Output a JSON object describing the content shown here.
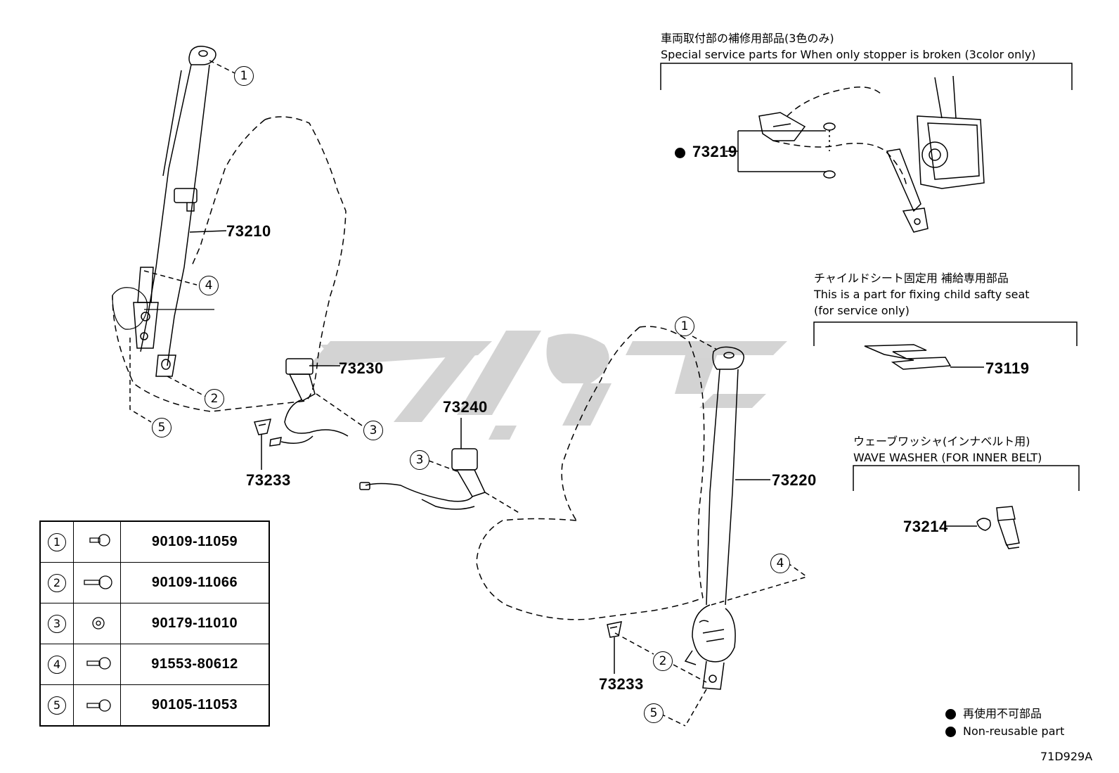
{
  "callouts": {
    "c1a": "1",
    "c4a": "4",
    "c2a": "2",
    "c5a": "5",
    "c3a": "3",
    "c3b": "3",
    "c1b": "1",
    "c4b": "4",
    "c2b": "2",
    "c5b": "5"
  },
  "parts": {
    "p73210": "73210",
    "p73230": "73230",
    "p73233a": "73233",
    "p73240": "73240",
    "p73220": "73220",
    "p73233b": "73233",
    "p73219": "73219",
    "p73119": "73119",
    "p73214": "73214"
  },
  "notes": {
    "special_jp": "車両取付部の補修用部品(3色のみ)",
    "special_en": "Special service parts for When only stopper is broken (3color only)",
    "child_jp": "チャイルドシート固定用  補給専用部品",
    "child_en1": "This is a part for fixing child safty seat",
    "child_en2": "(for service only)",
    "wave_jp": "ウェーブワッシャ(インナベルト用)",
    "wave_en": "WAVE WASHER (FOR INNER BELT)"
  },
  "fastener_table": [
    {
      "ref": "1",
      "part_no": "90109-11059"
    },
    {
      "ref": "2",
      "part_no": "90109-11066"
    },
    {
      "ref": "3",
      "part_no": "90179-11010"
    },
    {
      "ref": "4",
      "part_no": "91553-80612"
    },
    {
      "ref": "5",
      "part_no": "90105-11053"
    }
  ],
  "legend": {
    "jp": "再使用不可部品",
    "en": "Non-reusable part"
  },
  "diagram_code": "71D929A",
  "colors": {
    "line": "#000000",
    "watermark": "#cfcfcf",
    "background": "#ffffff"
  }
}
